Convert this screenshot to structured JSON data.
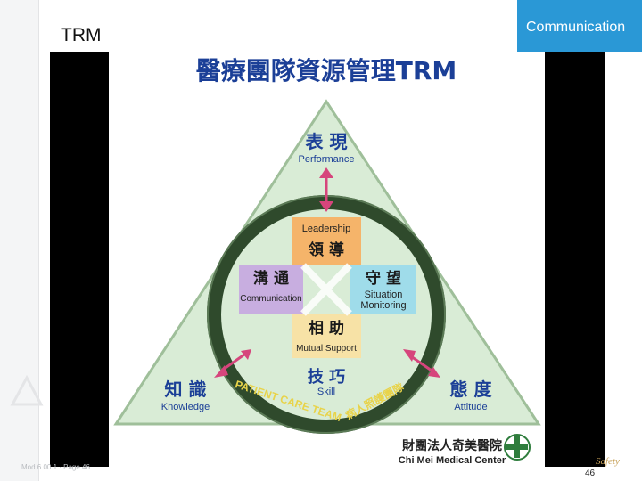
{
  "slide": {
    "title": "TRM",
    "section_tab": "Communication",
    "footer_text": "Mod 6 00.1 · Page 46",
    "footer_brand": "Safety",
    "page_number": "46"
  },
  "figure": {
    "heading": "醫療團隊資源管理TRM",
    "top_label_zh": "表 現",
    "top_label_en": "Performance",
    "left_label_zh": "知 識",
    "left_label_en": "Knowledge",
    "right_label_zh": "態 度",
    "right_label_en": "Attitude",
    "center_label_zh": "技 巧",
    "center_label_en": "Skill",
    "quad_top_en": "Leadership",
    "quad_top_zh": "領 導",
    "quad_left_zh": "溝 通",
    "quad_left_en": "Communication",
    "quad_right_zh": "守 望",
    "quad_right_en1": "Situation",
    "quad_right_en2": "Monitoring",
    "quad_bottom_zh": "相 助",
    "quad_bottom_en": "Mutual Support",
    "ring_text_en": "PATIENT CARE TEAM",
    "ring_text_zh": "病人照護團隊",
    "logo_zh": "財團法人奇美醫院",
    "logo_en": "Chi Mei Medical Center"
  },
  "colors": {
    "tab_blue": "#2a98d6",
    "triangle_fill": "#d9ecd6",
    "triangle_stroke": "#9fbf9a",
    "ring": "#2f4a2c",
    "arrow": "#d6457c",
    "heading_blue": "#1b3f97",
    "leadership": "#f5b46a",
    "communication": "#c8aee0",
    "monitoring": "#9fdcea",
    "mutual_support": "#f7e2a6"
  },
  "icons": [
    "hospital-logo-icon",
    "watermark-logo-icon"
  ]
}
